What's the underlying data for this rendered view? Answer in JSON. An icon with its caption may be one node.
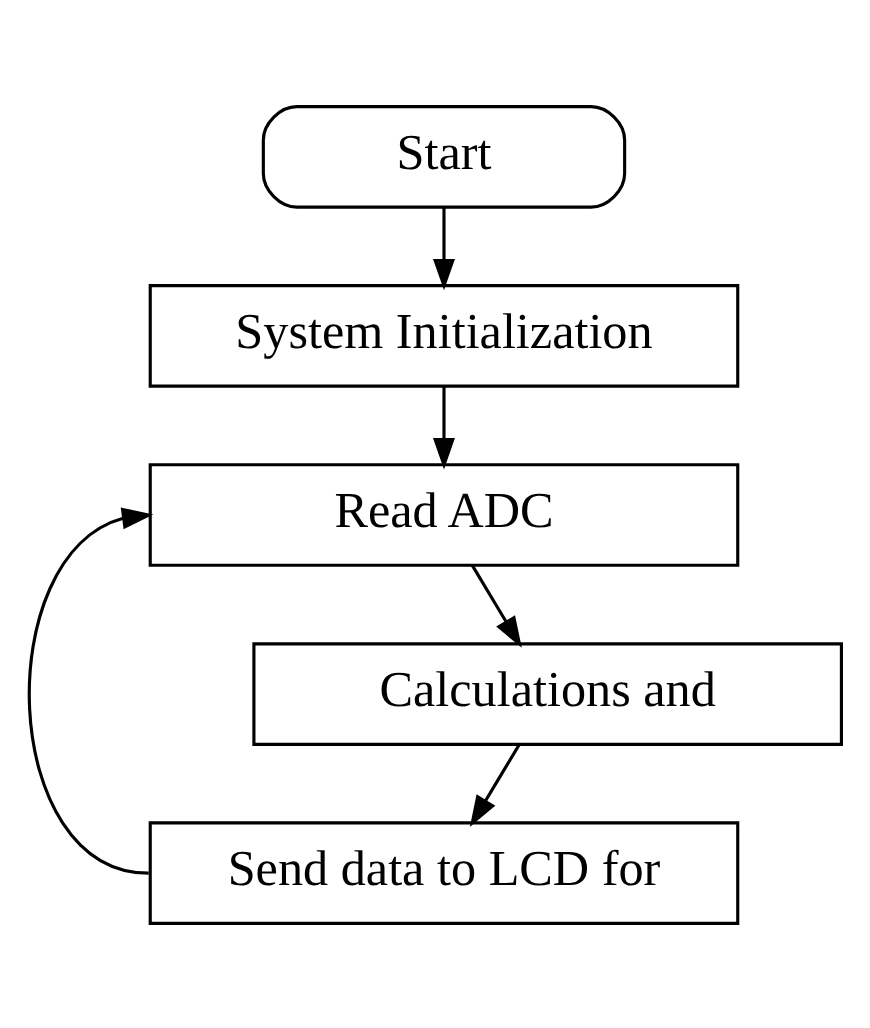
{
  "diagram": {
    "nodes": [
      {
        "text": [
          "Start"
        ]
      },
      {
        "text": [
          "System Initialization"
        ]
      },
      {
        "text": [
          "Read ADC"
        ]
      },
      {
        "text": [
          "Calculations and"
        ]
      },
      {
        "text": [
          "Send data to LCD for"
        ]
      }
    ],
    "edges": [
      {
        "from": 0,
        "to": 1,
        "arrow": "to"
      },
      {
        "from": 1,
        "to": 2,
        "arrow": "to"
      },
      {
        "from": 2,
        "to": 3,
        "arrow": "to"
      },
      {
        "from": 3,
        "to": 4,
        "arrow": "to"
      },
      {
        "from": 4,
        "to": 2,
        "arrow": "to"
      }
    ]
  }
}
